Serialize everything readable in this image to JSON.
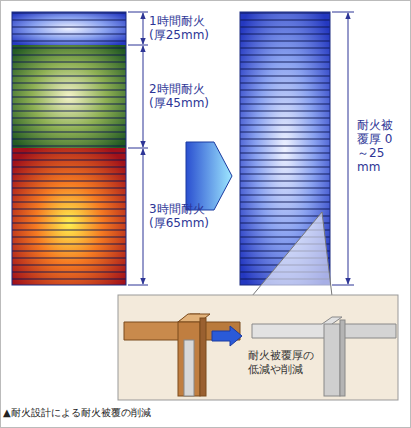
{
  "diagram": {
    "caption": "▲耐火設計による耐火被覆の削減",
    "nodes": [
      {
        "text": [
          "耐火被覆厚の 低減や削減"
        ]
      }
    ],
    "labels": [
      "1時間耐火 (厚25mm)",
      "2時間耐火 (厚45mm)",
      "3時間耐火 (厚65mm)",
      "耐火被覆厚 0～25 mm"
    ]
  }
}
